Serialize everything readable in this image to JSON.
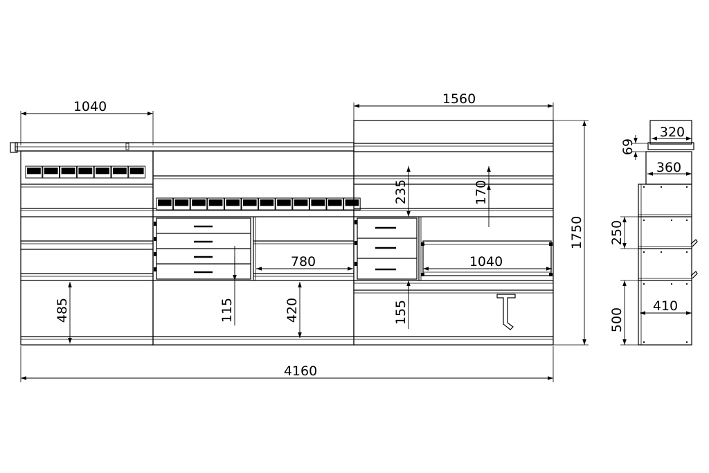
{
  "dimensions": {
    "top_left_width": "1040",
    "top_right_width": "1560",
    "total_width": "4160",
    "total_height": "1750",
    "shelf_gap_235": "235",
    "shelf_gap_170": "170",
    "drawer_width_780": "780",
    "drawer_width_1040": "1040",
    "bottom_485": "485",
    "bottom_115": "115",
    "bottom_420": "420",
    "bottom_155": "155",
    "side_69": "69",
    "side_320": "320",
    "side_360": "360",
    "side_250": "250",
    "side_500": "500",
    "side_410": "410"
  }
}
